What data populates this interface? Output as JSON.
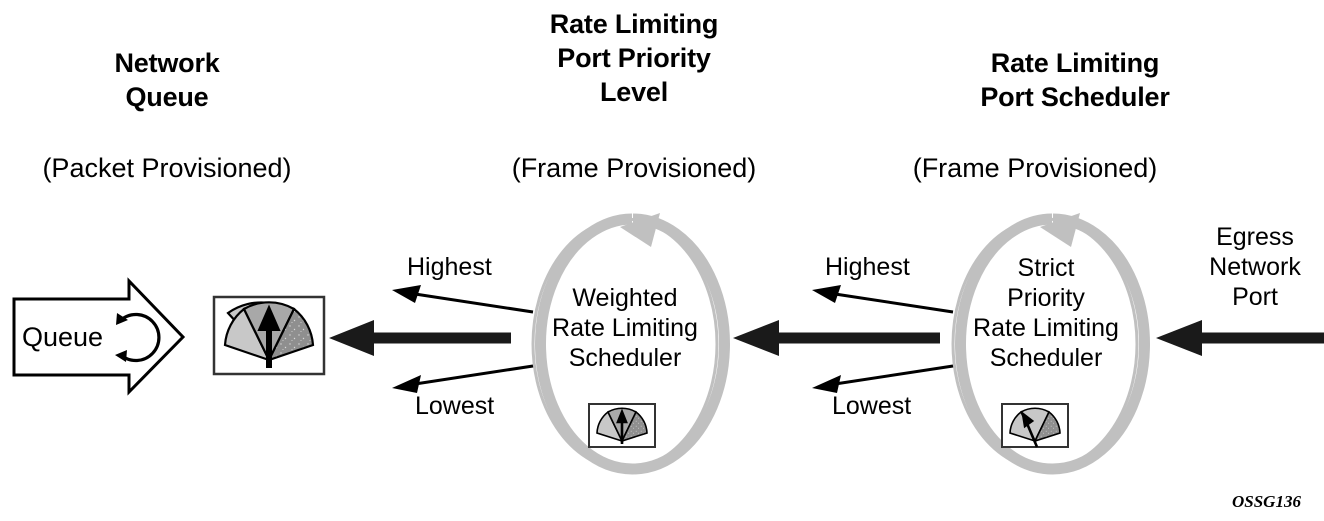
{
  "diagram": {
    "watermark": "OSSG136",
    "columns": [
      {
        "id": "network-queue",
        "title": "Network\nQueue",
        "subtitle": "(Packet Provisioned)"
      },
      {
        "id": "rate-limiting-port-priority-level",
        "title": "Rate Limiting\nPort Priority\nLevel",
        "subtitle": "(Frame Provisioned)"
      },
      {
        "id": "rate-limiting-port-scheduler",
        "title": "Rate Limiting\nPort Scheduler",
        "subtitle": "(Frame Provisioned)"
      }
    ],
    "queue_block": {
      "label": "Queue",
      "icon": "circular-arrow-icon"
    },
    "gauges": [
      {
        "id": "queue-gauge",
        "icon": "meter-gauge-icon",
        "needle": "up"
      },
      {
        "id": "weighted-scheduler-gauge",
        "icon": "meter-gauge-icon",
        "needle": "up"
      },
      {
        "id": "strict-priority-scheduler-gauge",
        "icon": "meter-gauge-icon",
        "needle": "left"
      }
    ],
    "schedulers": [
      {
        "id": "weighted-rate-limiting-scheduler",
        "label": "Weighted\nRate Limiting\nScheduler",
        "ring_icon": "circular-arrow-ring-icon"
      },
      {
        "id": "strict-priority-rate-limiting-scheduler",
        "label": "Strict\nPriority\nRate Limiting\nScheduler",
        "ring_icon": "circular-arrow-ring-icon"
      }
    ],
    "priority_labels": {
      "center_highest": "Highest",
      "center_lowest": "Lowest",
      "right_highest": "Highest",
      "right_lowest": "Lowest"
    },
    "egress_port": {
      "label": "Egress\nNetwork\nPort"
    },
    "colors": {
      "ring": "#c0c0c0",
      "gauge_light": "#c8c8c8",
      "gauge_mid": "#a8a8a8",
      "gauge_dark": "#8f8f8f",
      "stroke": "#000000",
      "background": "#ffffff"
    }
  }
}
